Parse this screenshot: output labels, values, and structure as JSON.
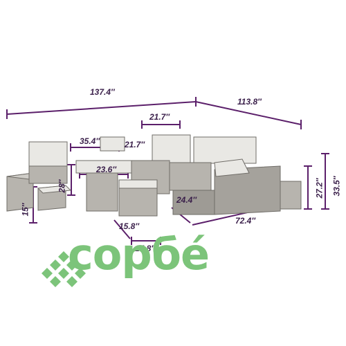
{
  "dimensions": {
    "total_length": "137.4″",
    "total_depth": "113.8″",
    "seat_width": "21.7″",
    "table_width": "35.4″",
    "chair_width": "21.7″",
    "tabletop": "23.6″",
    "table_height": "28″",
    "stool_height": "15″",
    "back_height": "27.2″",
    "total_height": "33.5″",
    "ottoman_depth": "15.8″",
    "ottoman_width": "15.8″",
    "side_depth": "24.4″",
    "side_length": "72.4″"
  },
  "brand": {
    "name": "сорбé",
    "color": "#7cc47a"
  },
  "colors": {
    "dimension_line": "#5b1f6a",
    "wicker": "#b7b4ae",
    "cushion": "#e9e8e4"
  }
}
